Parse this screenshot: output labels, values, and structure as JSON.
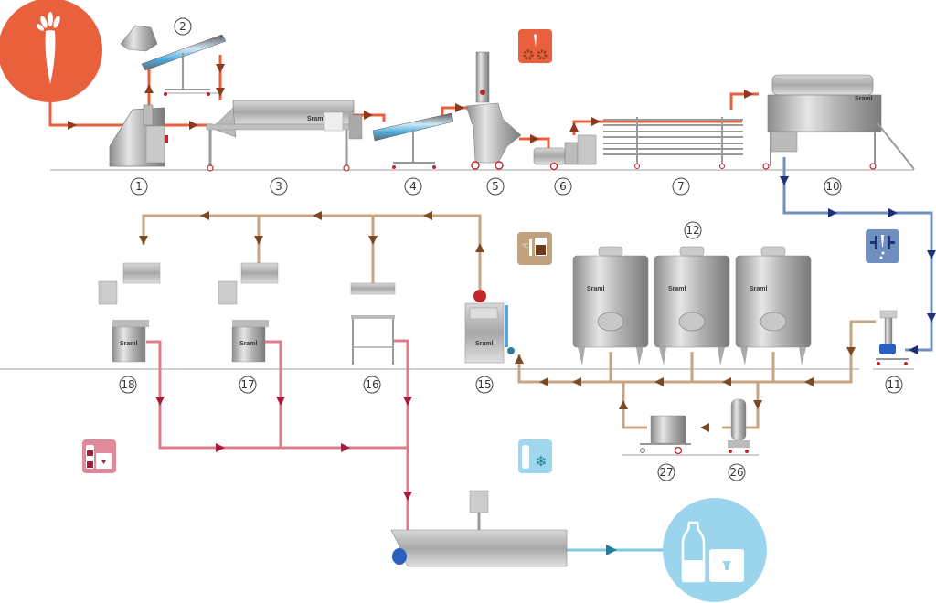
{
  "diagram": {
    "title": "Carrot juice processing line",
    "brand_label": "Sraml",
    "colors": {
      "orange_line": "#e8603c",
      "orange_arrow": "#8b3a1e",
      "tan_line": "#c8a582",
      "tan_arrow": "#7a4a22",
      "blue_line": "#6f8fbf",
      "blue_arrow": "#1f2f7a",
      "pink_line": "#de7c8e",
      "pink_arrow": "#a51d3a",
      "cyan_line": "#7ec8e3",
      "cyan_arrow": "#1e7f9a",
      "floor": "#9a9a9a",
      "badge_orange": "#e8603c",
      "badge_tan": "#c2a27e",
      "badge_blue": "#6f8fbf",
      "badge_pink": "#e0899a",
      "badge_cyan": "#9fd8ee",
      "final_circle": "#9ad5ed"
    },
    "stations": [
      {
        "id": "1",
        "label": "1"
      },
      {
        "id": "2",
        "label": "2"
      },
      {
        "id": "3",
        "label": "3"
      },
      {
        "id": "4",
        "label": "4"
      },
      {
        "id": "5",
        "label": "5"
      },
      {
        "id": "6",
        "label": "6"
      },
      {
        "id": "7",
        "label": "7"
      },
      {
        "id": "10",
        "label": "10"
      },
      {
        "id": "11",
        "label": "11"
      },
      {
        "id": "12",
        "label": "12"
      },
      {
        "id": "15",
        "label": "15"
      },
      {
        "id": "16",
        "label": "16"
      },
      {
        "id": "17",
        "label": "17"
      },
      {
        "id": "18",
        "label": "18"
      },
      {
        "id": "26",
        "label": "26"
      },
      {
        "id": "27",
        "label": "27"
      }
    ],
    "badges": {
      "raw_material": "carrot-icon",
      "grinding": "carrot-gears-icon",
      "heating": "thermometer-tank-icon",
      "heating_unit": "°C",
      "filtration": "filter-drip-icon",
      "bottling": "bottle-bag-in-box-icon",
      "cooling": "bottle-snowflake-icon",
      "final_product": "bottle-box-icon"
    }
  }
}
